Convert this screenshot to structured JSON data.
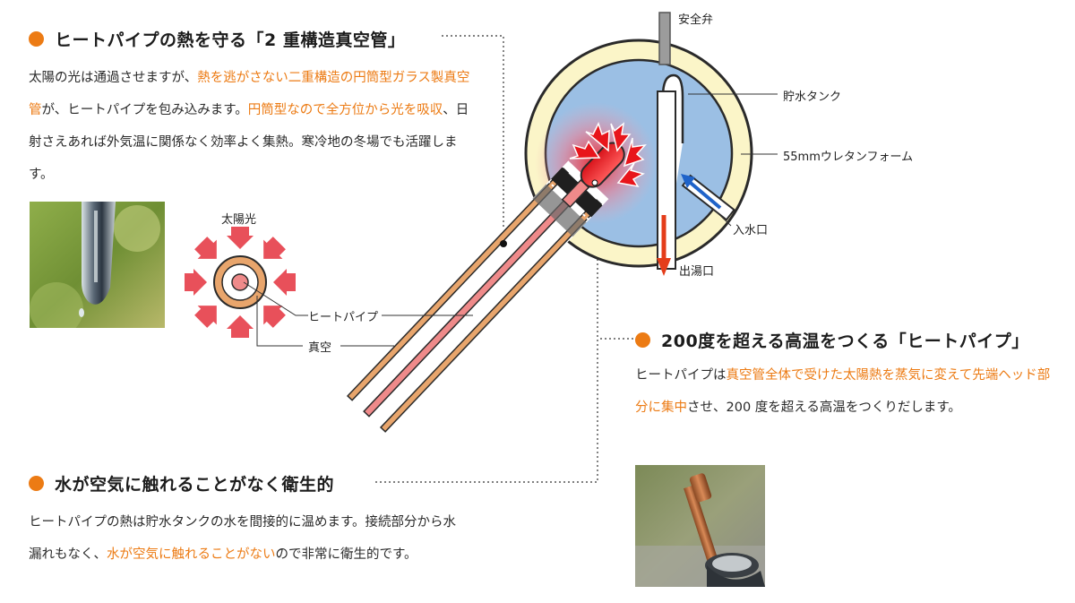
{
  "sections": {
    "vacuum_tube": {
      "title": "ヒートパイプの熱を守る「2 重構造真空管」",
      "paragraph": [
        {
          "t": "太陽の光は通過させますが、"
        },
        {
          "t": "熱を逃がさない二重構造の円筒型ガラス製真空管",
          "hl": true
        },
        {
          "t": "が、ヒートパイプを包み込みます。"
        },
        {
          "t": "円筒型なので全方位から光を吸収",
          "hl": true
        },
        {
          "t": "、日射さえあれば外気温に関係なく効率よく集熱。寒冷地の冬場でも活躍します。"
        }
      ]
    },
    "heat_pipe": {
      "title": "200度を超える高温をつくる「ヒートパイプ」",
      "paragraph": [
        {
          "t": "ヒートパイプは"
        },
        {
          "t": "真空管全体で受けた太陽熱を蒸気に変えて先端ヘッド部分に集中",
          "hl": true
        },
        {
          "t": "させ、200 度を超える高温をつくりだします。"
        }
      ]
    },
    "hygiene": {
      "title": "水が空気に触れることがなく衛生的",
      "paragraph": [
        {
          "t": "ヒートパイプの熱は貯水タンクの水を間接的に温めます。接続部分から水漏れもなく、"
        },
        {
          "t": "水が空気に触れることがない",
          "hl": true
        },
        {
          "t": "ので非常に衛生的です。"
        }
      ]
    }
  },
  "diagram_labels": {
    "safety_valve": "安全弁",
    "storage_tank": "貯水タンク",
    "urethane_foam": "55mmウレタンフォーム",
    "water_inlet": "入水口",
    "hot_water_outlet": "出湯口",
    "sunlight": "太陽光",
    "heat_pipe": "ヒートパイプ",
    "vacuum": "真空"
  },
  "colors": {
    "accent": "#ec7b14",
    "tank_water": "#9bbfe4",
    "insulation": "#fbf5c8",
    "tube_stripe": "#e8a56c",
    "heat_pipe": "#ef8a8a",
    "heat_red": "#e8151b",
    "cold_blue": "#1f63c9",
    "sun_arrow": "#e8505a"
  },
  "icons": [
    "sun-ray-arrow-icon",
    "heat-ray-arrow-icon",
    "inlet-arrow-icon",
    "outlet-arrow-icon"
  ]
}
